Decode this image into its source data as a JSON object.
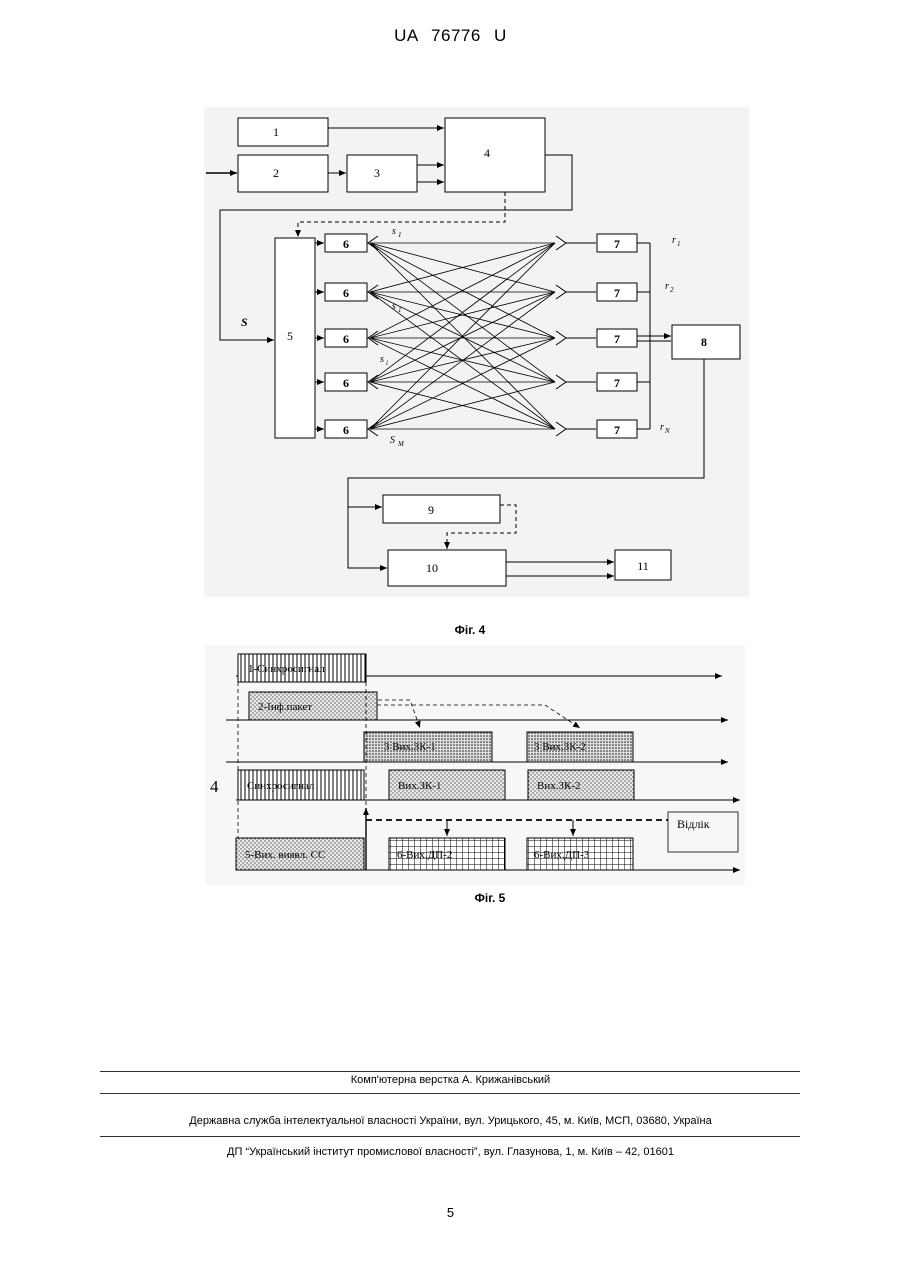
{
  "header": {
    "patent_number": "UA   76776   U"
  },
  "fig4": {
    "caption": "Фіг. 4",
    "blocks": {
      "b1": "1",
      "b2": "2",
      "b3": "3",
      "b4": "4",
      "b5": "5",
      "b6": "6",
      "b7": "7",
      "b8": "8",
      "b9": "9",
      "b10": "10",
      "b11": "11"
    },
    "signal_labels": {
      "s_input": "S",
      "s1_top": "s",
      "s1_sub": "1",
      "s1_mid": "s",
      "s1_mid_sub": "1",
      "si": "s",
      "si_sub": "i",
      "sM": "S",
      "sM_sub": "M",
      "r1": "r",
      "r1_sub": "1",
      "r2": "r",
      "r2_sub": "2",
      "rN": "r",
      "rN_sub": "N"
    }
  },
  "fig5": {
    "caption": "Фіг. 5",
    "row_marker": "4",
    "labels": {
      "sync1": "1-Синхросигнал",
      "info2": "2-Інф.пакет",
      "out3_1": "3 Вих.ЗК-1",
      "out3_2": "3 Вих.ЗК-2",
      "sync4": "Синхросигнал",
      "out4_1": "Вих.ЗК-1",
      "out4_2": "Вих.ЗК-2",
      "detect5": "5-Вих. виявл. СС",
      "dp2": "6-Вих.ДП-2",
      "dp3": "6-Вих.ДП-3",
      "ref": "Відлік"
    }
  },
  "footer": {
    "layout": "Комп'ютерна верстка А. Крижанівський",
    "office": "Державна служба інтелектуальної власності України, вул. Урицького, 45, м. Київ, МСП, 03680, Україна",
    "institute": "ДП “Український інститут промислової власності”, вул. Глазунова, 1, м. Київ – 42, 01601",
    "page": "5"
  }
}
